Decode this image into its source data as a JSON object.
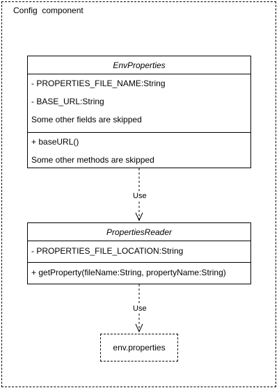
{
  "frame": {
    "title": "Config  component"
  },
  "env_properties": {
    "name": "EnvProperties",
    "fields": [
      "- PROPERTIES_FILE_NAME:String",
      "- BASE_URL:String",
      "Some other fields are skipped"
    ],
    "methods": [
      "+ baseURL()",
      "Some other methods are skipped"
    ]
  },
  "properties_reader": {
    "name": "PropertiesReader",
    "fields": [
      "- PROPERTIES_FILE_LOCATION:String"
    ],
    "methods": [
      "+ getProperty(fileName:String, propertyName:String)"
    ]
  },
  "env_file": {
    "name": "env.properties"
  },
  "edges": {
    "env_to_reader": "Use",
    "reader_to_file": "Use"
  }
}
